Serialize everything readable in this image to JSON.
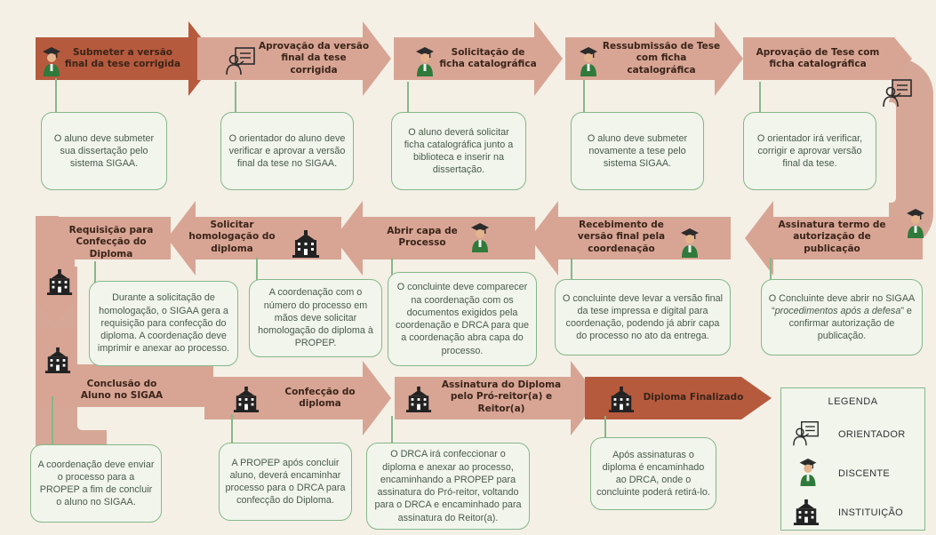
{
  "steps": [
    {
      "title": "Submeter a versão final da tese corrigida",
      "icon": "discente-icon",
      "description": "O aluno deve submeter sua dissertação pelo sistema SIGAA."
    },
    {
      "title": "Aprovação da versão final da tese corrigida",
      "icon": "orientador-icon",
      "description": "O orientador do aluno deve verificar e aprovar a versão final da tese no SIGAA."
    },
    {
      "title": "Solicitação de ficha catalográfica",
      "icon": "discente-icon",
      "description": "O aluno deverá solicitar ficha catalográfica junto a biblioteca e inserir na dissertação."
    },
    {
      "title": "Ressubmissão de Tese com ficha catalográfica",
      "icon": "discente-icon",
      "description": "O aluno deve submeter novamente a tese pelo sistema SIGAA."
    },
    {
      "title": "Aprovação de Tese com ficha catalográfica",
      "icon": "orientador-icon",
      "description": "O orientador irá verificar, corrigir e aprovar versão final da tese."
    },
    {
      "title": "Assinatura termo de autorização de publicação",
      "icon": "discente-icon",
      "description_prefix": "O Concluinte deve abrir no SIGAA “",
      "description_emph": "procedimentos após a defesa",
      "description_suffix": "” e confirmar autorização de publicação."
    },
    {
      "title": "Recebimento de versão final pela coordenação",
      "icon": "discente-icon",
      "description": "O concluinte deve levar a versão final da tese impressa e digital para coordenação, podendo já abrir capa do processo no ato da entrega."
    },
    {
      "title": "Abrir capa de Processo",
      "icon": "discente-icon",
      "description": "O concluinte deve comparecer na coordenação com os documentos exigidos pela coordenação e DRCA para que a coordenação abra capa do processo."
    },
    {
      "title": "Solicitar homologação do diploma",
      "icon": "instituicao-icon",
      "description": "A coordenação com o número do processo em mãos deve solicitar homologação do diploma à PROPEP."
    },
    {
      "title": "Requisição para Confecção do Diploma",
      "icon": "instituicao-icon",
      "description": "Durante a solicitação de homologação, o SIGAA gera a requisição para confecção do diploma. A coordenação deve imprimir e anexar ao processo."
    },
    {
      "title": "Conclusão do Aluno no SIGAA",
      "icon": "instituicao-icon",
      "description": "A coordenação deve enviar o processo para a PROPEP a fim de concluir o aluno no SIGAA."
    },
    {
      "title": "Confecção do diploma",
      "icon": "instituicao-icon",
      "description": "A PROPEP após concluir aluno, deverá encaminhar processo para o DRCA para confecção do Diploma."
    },
    {
      "title": "Assinatura do Diploma pelo Pró-reitor(a) e Reitor(a)",
      "icon": "instituicao-icon",
      "description": "O DRCA irá confeccionar o diploma e anexar ao processo, encaminhando a PROPEP para assinatura do Pró-reitor, voltando para o DRCA e encaminhado para assinatura do Reitor(a)."
    },
    {
      "title": "Diploma Finalizado",
      "icon": "instituicao-icon",
      "description": "Após assinaturas o diploma é encaminhado ao DRCA, onde o concluinte poderá retirá-lo."
    }
  ],
  "legend": {
    "title": "LEGENDA",
    "items": [
      {
        "icon": "orientador-icon",
        "label": "ORIENTADOR"
      },
      {
        "icon": "discente-icon",
        "label": "DISCENTE"
      },
      {
        "icon": "instituicao-icon",
        "label": "INSTITUIÇÃO"
      }
    ]
  },
  "colors": {
    "background": "#f4f0e6",
    "arrow_dark": "#b65a3e",
    "arrow_light": "#d8a595",
    "box_border": "#86b78a",
    "box_fill": "#f1f5ec",
    "text_dark": "#3a2418"
  }
}
